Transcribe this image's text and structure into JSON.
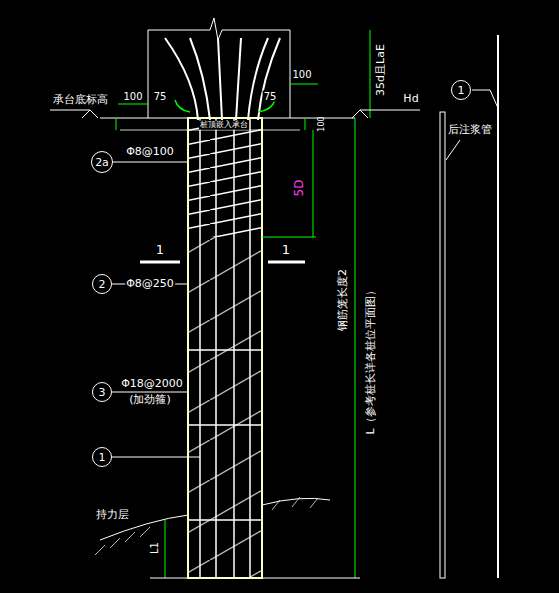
{
  "diagram": {
    "nodes": [
      {
        "text": [
          "1"
        ]
      },
      {
        "text": [
          "2a"
        ]
      },
      {
        "text": [
          "2"
        ]
      },
      {
        "text": [
          "3"
        ]
      },
      {
        "text": [
          "1"
        ]
      }
    ],
    "labels": [
      "承台底标高",
      "100",
      "100",
      "75",
      "75",
      "桩顶嵌入承台",
      "100",
      "Hd",
      "35d且LaE",
      "Φ8@100",
      "5D",
      "1",
      "1",
      "Φ8@250",
      "Φ18@2000",
      "(加劲箍)",
      "持力层",
      "L1",
      "钢筋笼长度2",
      "L（参考桩长详各桩位平面图）",
      "后注浆管"
    ]
  }
}
